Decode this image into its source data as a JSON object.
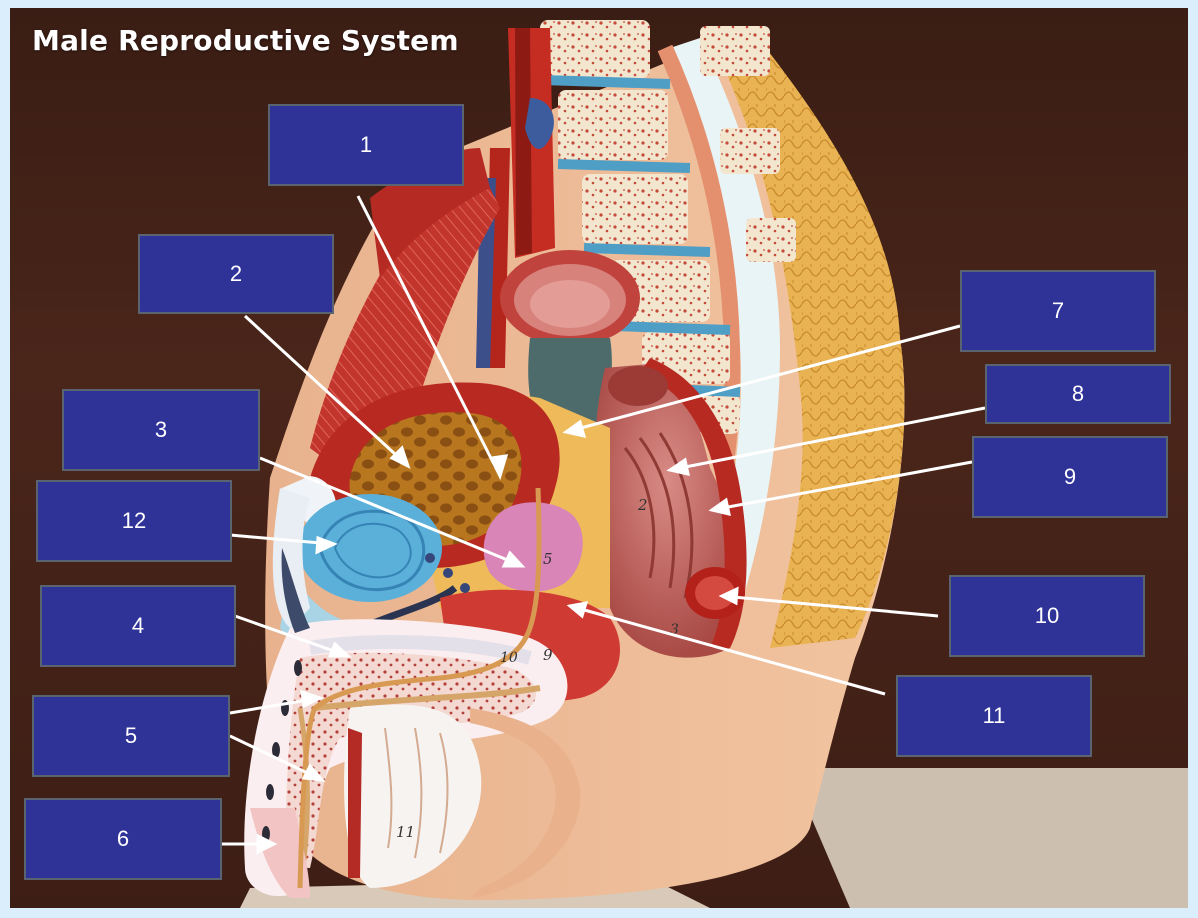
{
  "title": "Male Reproductive System",
  "labels": [
    "1",
    "2",
    "3",
    "4",
    "5",
    "6",
    "7",
    "8",
    "9",
    "10",
    "11",
    "12"
  ],
  "model_numbers": [
    "2",
    "5",
    "9",
    "10",
    "11",
    "3"
  ],
  "colors": {
    "label_fill": "#2f3398",
    "label_border": "#5a6370",
    "leader_lines": "#ffffff",
    "background": "#3a1d14",
    "frame": "#dbeefb"
  }
}
